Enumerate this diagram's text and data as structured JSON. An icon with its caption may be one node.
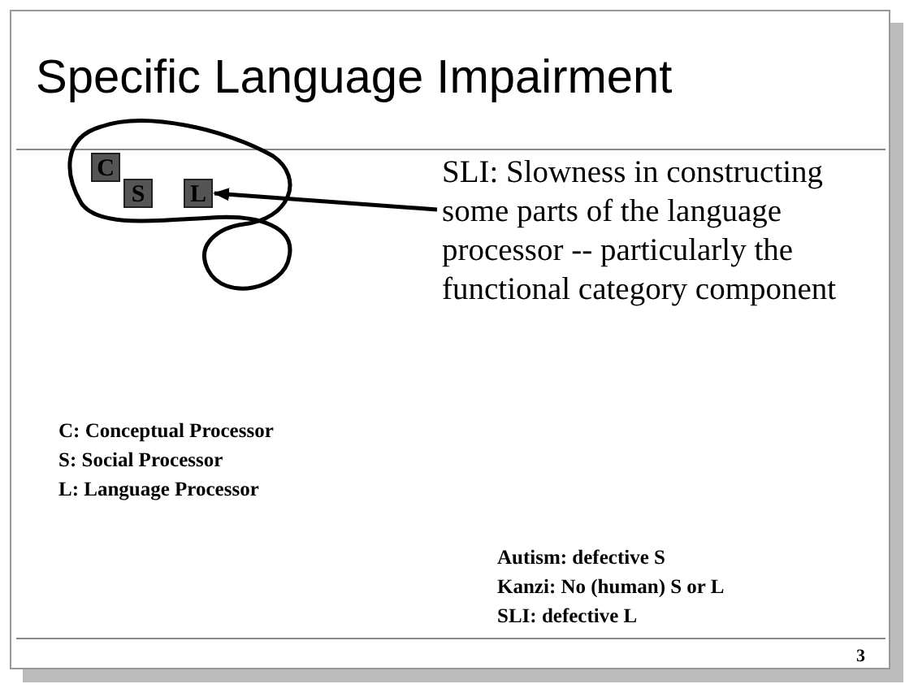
{
  "diagram": {
    "title": "Specific Language Impairment",
    "nodes": [
      {
        "text": [
          "C"
        ]
      },
      {
        "text": [
          "S"
        ]
      },
      {
        "text": [
          "L"
        ]
      },
      {
        "text": [
          "SLI: Slowness in constructing some parts of the language processor -- particularly the functional category component"
        ]
      }
    ],
    "edges": [
      {
        "from": 3,
        "to": 2,
        "arrow": "to"
      }
    ],
    "labels": [
      "C: Conceptual Processor",
      "S: Social Processor",
      "L: Language Processor",
      "Autism: defective S",
      "Kanzi: No (human) S or L",
      "SLI: defective L",
      "3"
    ]
  }
}
